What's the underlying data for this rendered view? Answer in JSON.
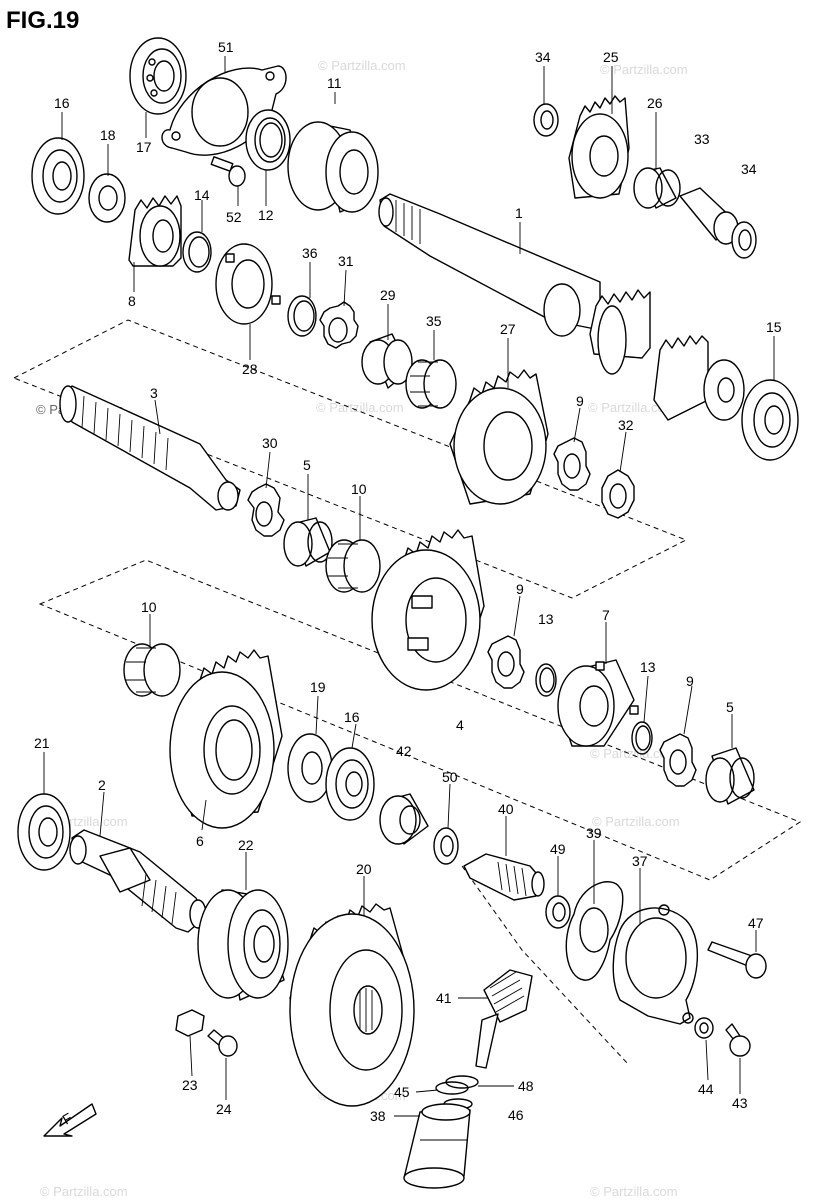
{
  "figure": {
    "title": "FIG.19"
  },
  "watermark": {
    "text": "© Partzilla.com"
  },
  "callouts": [
    {
      "id": "c1",
      "text": "1"
    },
    {
      "id": "c2",
      "text": "2"
    },
    {
      "id": "c3",
      "text": "3"
    },
    {
      "id": "c4",
      "text": "4"
    },
    {
      "id": "c5a",
      "text": "5"
    },
    {
      "id": "c5b",
      "text": "5"
    },
    {
      "id": "c6",
      "text": "6"
    },
    {
      "id": "c7",
      "text": "7"
    },
    {
      "id": "c8",
      "text": "8"
    },
    {
      "id": "c9a",
      "text": "9"
    },
    {
      "id": "c9b",
      "text": "9"
    },
    {
      "id": "c9c",
      "text": "9"
    },
    {
      "id": "c10a",
      "text": "10"
    },
    {
      "id": "c10b",
      "text": "10"
    },
    {
      "id": "c11",
      "text": "11"
    },
    {
      "id": "c12",
      "text": "12"
    },
    {
      "id": "c13a",
      "text": "13"
    },
    {
      "id": "c13b",
      "text": "13"
    },
    {
      "id": "c14",
      "text": "14"
    },
    {
      "id": "c15",
      "text": "15"
    },
    {
      "id": "c16a",
      "text": "16"
    },
    {
      "id": "c16b",
      "text": "16"
    },
    {
      "id": "c17",
      "text": "17"
    },
    {
      "id": "c18",
      "text": "18"
    },
    {
      "id": "c19",
      "text": "19"
    },
    {
      "id": "c20",
      "text": "20"
    },
    {
      "id": "c21",
      "text": "21"
    },
    {
      "id": "c22",
      "text": "22"
    },
    {
      "id": "c23",
      "text": "23"
    },
    {
      "id": "c24",
      "text": "24"
    },
    {
      "id": "c25",
      "text": "25"
    },
    {
      "id": "c26",
      "text": "26"
    },
    {
      "id": "c27",
      "text": "27"
    },
    {
      "id": "c28",
      "text": "28"
    },
    {
      "id": "c29",
      "text": "29"
    },
    {
      "id": "c30",
      "text": "30"
    },
    {
      "id": "c31",
      "text": "31"
    },
    {
      "id": "c32",
      "text": "32"
    },
    {
      "id": "c33",
      "text": "33"
    },
    {
      "id": "c34a",
      "text": "34"
    },
    {
      "id": "c34b",
      "text": "34"
    },
    {
      "id": "c35",
      "text": "35"
    },
    {
      "id": "c36",
      "text": "36"
    },
    {
      "id": "c37",
      "text": "37"
    },
    {
      "id": "c38",
      "text": "38"
    },
    {
      "id": "c39",
      "text": "39"
    },
    {
      "id": "c40",
      "text": "40"
    },
    {
      "id": "c41",
      "text": "41"
    },
    {
      "id": "c42",
      "text": "42"
    },
    {
      "id": "c43",
      "text": "43"
    },
    {
      "id": "c44",
      "text": "44"
    },
    {
      "id": "c45",
      "text": "45"
    },
    {
      "id": "c46",
      "text": "46"
    },
    {
      "id": "c47",
      "text": "47"
    },
    {
      "id": "c48",
      "text": "48"
    },
    {
      "id": "c49",
      "text": "49"
    },
    {
      "id": "c50",
      "text": "50"
    },
    {
      "id": "c51",
      "text": "51"
    },
    {
      "id": "c52",
      "text": "52"
    }
  ],
  "callout_index": {
    "c1": 0,
    "c2": 1,
    "c3": 2,
    "c4": 3,
    "c5a": 4,
    "c5b": 5,
    "c6": 6,
    "c7": 7,
    "c8": 8,
    "c9a": 9,
    "c9b": 10,
    "c9c": 11,
    "c10a": 12,
    "c10b": 13,
    "c11": 14,
    "c12": 15,
    "c13a": 16,
    "c13b": 17,
    "c14": 18,
    "c15": 19,
    "c16a": 20,
    "c16b": 21,
    "c17": 22,
    "c18": 23,
    "c19": 24,
    "c20": 25,
    "c21": 26,
    "c22": 27,
    "c23": 28,
    "c24": 29,
    "c25": 30,
    "c26": 31,
    "c27": 32,
    "c28": 33,
    "c29": 34,
    "c30": 35,
    "c31": 36,
    "c32": 37,
    "c33": 38,
    "c34a": 39,
    "c34b": 40,
    "c35": 41,
    "c36": 42,
    "c37": 43,
    "c38": 44,
    "c39": 45,
    "c40": 46,
    "c41": 47,
    "c42": 48,
    "c43": 49,
    "c44": 50,
    "c45": 51,
    "c46": 52,
    "c47": 53,
    "c48": 54,
    "c49": 55,
    "c50": 56,
    "c51": 57,
    "c52": 58
  }
}
